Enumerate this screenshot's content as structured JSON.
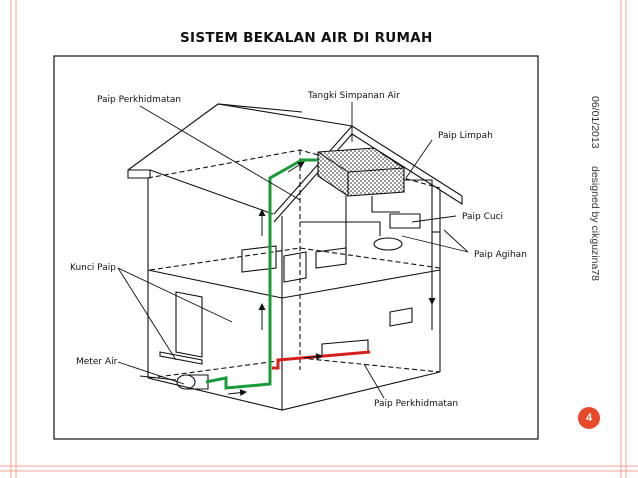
{
  "slide": {
    "title": "SISTEM BEKALAN AIR DI RUMAH",
    "date": "06/01/2013",
    "credit": "designed by cikguzina78",
    "page_number": "4"
  },
  "diagram": {
    "labels": {
      "paip_perkhidmatan_top": "Paip Perkhidmatan",
      "tangki": "Tangki Simpanan Air",
      "paip_limpah": "Paip Limpah",
      "paip_cuci": "Paip Cuci",
      "paip_agihan": "Paip Agihan",
      "kunci_paip": "Kunci Paip",
      "meter_air": "Meter Air",
      "paip_perkhidmatan_bottom": "Paip Perkhidmatan"
    }
  },
  "colors": {
    "accent": "#e8492b",
    "frame": "#f2a393",
    "green_pipe": "#1a9b3a",
    "red_pipe": "#d62020"
  }
}
